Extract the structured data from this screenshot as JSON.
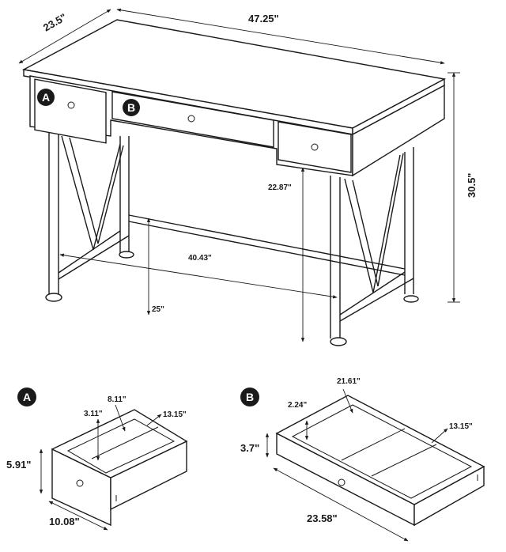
{
  "desk": {
    "depth": "23.5\"",
    "width": "47.25\"",
    "height": "30.5\"",
    "knee_height": "22.87\"",
    "knee_width": "40.43\"",
    "floor_to_stretcher": "25\"",
    "badge_a": "A",
    "badge_b": "B"
  },
  "drawer_a": {
    "badge": "A",
    "inner_depth": "8.11\"",
    "inner_height": "3.11\"",
    "depth": "13.15\"",
    "height": "5.91\"",
    "width": "10.08\""
  },
  "drawer_b": {
    "badge": "B",
    "inner_width": "21.61\"",
    "inner_height": "2.24\"",
    "depth": "13.15\"",
    "height": "3.7\"",
    "width": "23.58\""
  }
}
